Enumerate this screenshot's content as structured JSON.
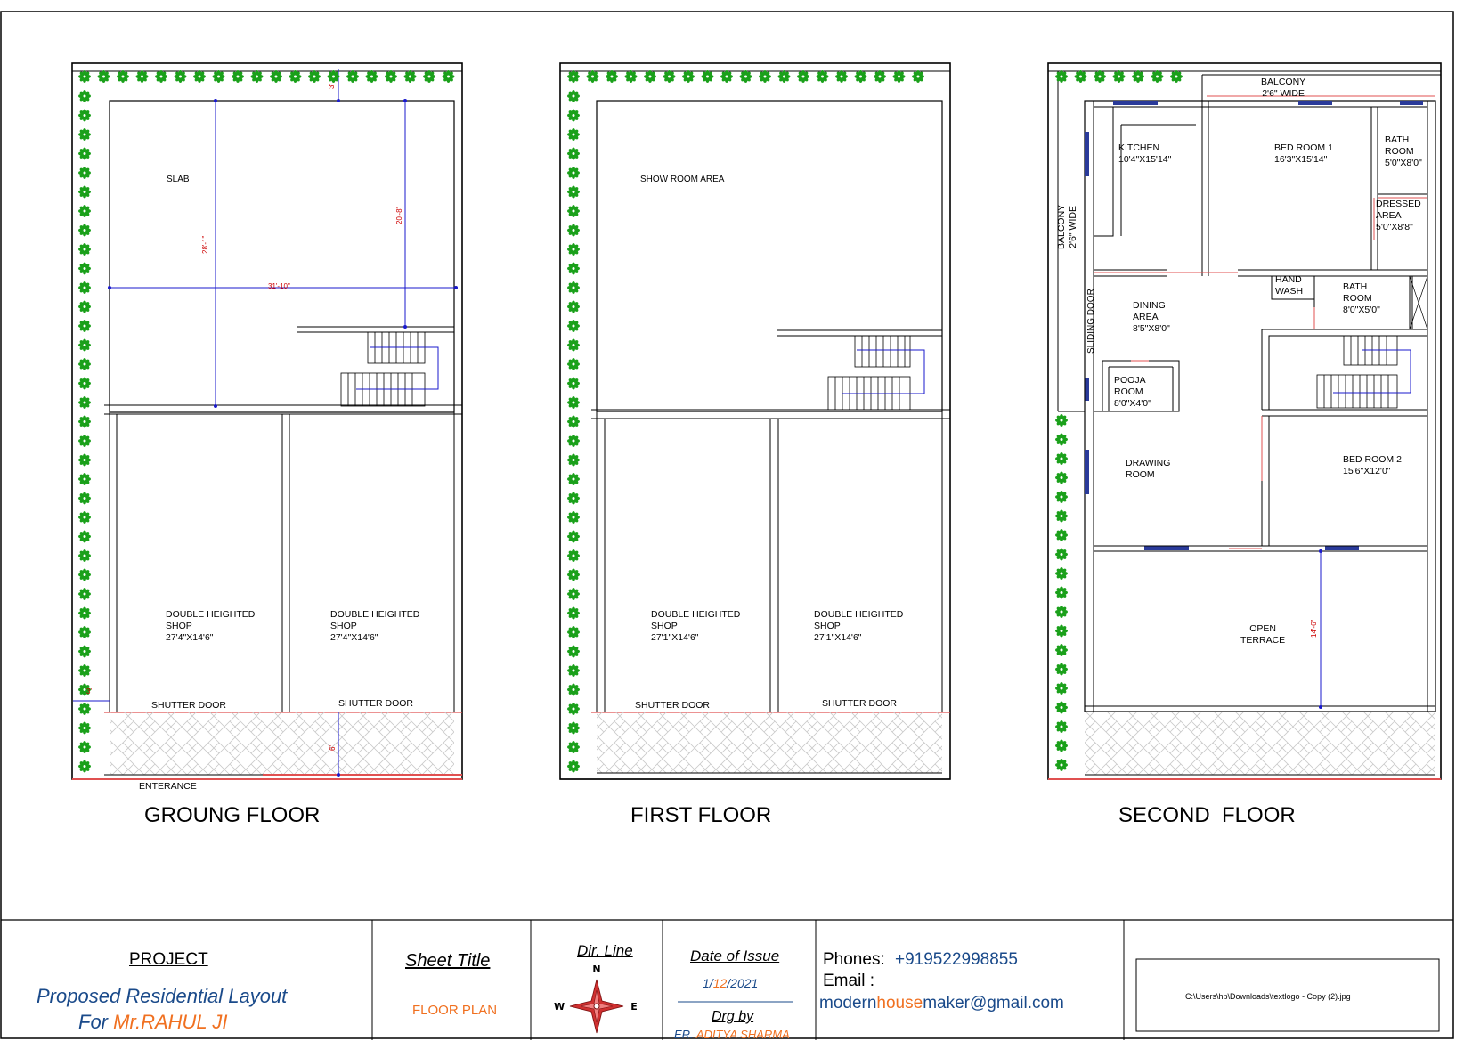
{
  "floors": [
    {
      "title": "GROUNG FLOOR",
      "rooms": {
        "slab": "SLAB",
        "shop1": [
          "DOUBLE HEIGHTED",
          "SHOP",
          "27'4\"X14'6\""
        ],
        "shop2": [
          "DOUBLE HEIGHTED",
          "SHOP",
          "27'4\"X14'6\""
        ],
        "shutter1": "SHUTTER DOOR",
        "shutter2": "SHUTTER DOOR",
        "entrance": "ENTERANCE"
      },
      "dimensions": {
        "width": "31'-10\"",
        "depth": "28'-1\"",
        "stair_offset": "20'-8\"",
        "setback_top": "3'",
        "side_margin": "3'",
        "front_margin": "6'"
      }
    },
    {
      "title": "FIRST FLOOR",
      "rooms": {
        "showroom": "SHOW ROOM AREA",
        "shop1": [
          "DOUBLE HEIGHTED",
          "SHOP",
          "27'1\"X14'6\""
        ],
        "shop2": [
          "DOUBLE HEIGHTED",
          "SHOP",
          "27'1\"X14'6\""
        ],
        "shutter1": "SHUTTER DOOR",
        "shutter2": "SHUTTER DOOR"
      }
    },
    {
      "title": "SECOND  FLOOR",
      "rooms": {
        "balcony_top": [
          "BALCONY",
          "2'6\" WIDE"
        ],
        "balcony_side": [
          "BALCONY",
          "2'6\" WIDE"
        ],
        "kitchen": [
          "KITCHEN",
          "10'4\"X15'14\""
        ],
        "bedroom1": [
          "BED ROOM 1",
          "16'3\"X15'14\""
        ],
        "bath1": [
          "BATH",
          "ROOM",
          "5'0\"X8'0\""
        ],
        "dressed": [
          "DRESSED",
          "AREA",
          "5'0\"X8'8\""
        ],
        "sliding": "SLIDING DOOR",
        "dining": [
          "DINING",
          "AREA",
          "8'5\"X8'0\""
        ],
        "handwash": [
          "HAND",
          "WASH"
        ],
        "bath2": [
          "BATH",
          "ROOM",
          "8'0\"X5'0\""
        ],
        "pooja": [
          "POOJA",
          "ROOM",
          "8'0\"X4'0\""
        ],
        "drawing": [
          "DRAWING",
          "ROOM"
        ],
        "bedroom2": [
          "BED ROOM 2",
          "15'6\"X12'0\""
        ],
        "terrace": [
          "OPEN",
          "TERRACE"
        ]
      },
      "dimensions": {
        "terrace_depth": "14'-6\""
      }
    }
  ],
  "title_block": {
    "project_label": "PROJECT",
    "project_line1": "Proposed Residential Layout",
    "project_for": "For",
    "client": "Mr.RAHUL JI",
    "sheet_title_label": "Sheet Title",
    "sheet_title": "FLOOR PLAN",
    "dir_label": "Dir. Line",
    "date_label": "Date of Issue",
    "date_day": "1/",
    "date_month": "12",
    "date_year": "/2021",
    "drg_label": "Drg by",
    "drg_prefix": "ER.",
    "drg_name": "ADITYA SHARMA",
    "phones_label": "Phones:",
    "phone": "+919522998855",
    "email_label": "Email :",
    "email_part1": "modern",
    "email_part2": "house",
    "email_part3": "maker",
    "email_part4": "@gmail.com",
    "logo_path": "C:\\Users\\hp\\Downloads\\textlogo - Copy (2).jpg"
  },
  "colors": {
    "wall": "#000000",
    "tree": "#1aa01a",
    "dimension": "#1a1acc",
    "dimension_text": "#cc0000",
    "opening": "#e05050",
    "window": "#2a3a9a",
    "accent_orange": "#f07020",
    "accent_blue": "#1a4a8a"
  }
}
